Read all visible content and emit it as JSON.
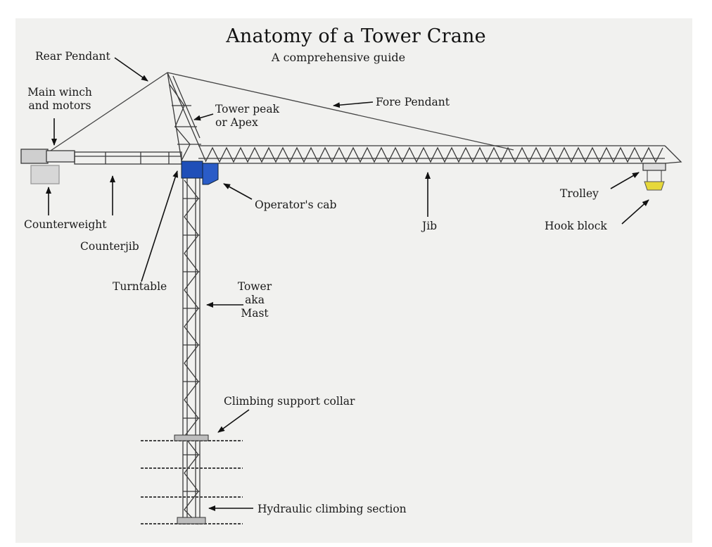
{
  "title": "Anatomy of a Tower Crane",
  "subtitle": "A comprehensive guide",
  "colors": {
    "background": "#f1f1ef",
    "structure": "#3a3a3a",
    "turntable": "#1f4fb8",
    "cab": "#2a5cc7",
    "hook_block": "#e6d83a"
  },
  "labels": {
    "rear_pendant": "Rear Pendant",
    "main_winch_line1": "Main winch",
    "main_winch_line2": "and motors",
    "tower_peak_line1": "Tower peak",
    "tower_peak_line2": "or Apex",
    "fore_pendant": "Fore Pendant",
    "counterweight": "Counterweight",
    "counterjib": "Counterjib",
    "operators_cab": "Operator's cab",
    "jib": "Jib",
    "trolley": "Trolley",
    "hook_block": "Hook block",
    "turntable": "Turntable",
    "tower_line1": "Tower",
    "tower_line2": "aka",
    "tower_line3": "Mast",
    "climbing_support_collar": "Climbing support collar",
    "hydraulic_climbing_section": "Hydraulic climbing section"
  }
}
